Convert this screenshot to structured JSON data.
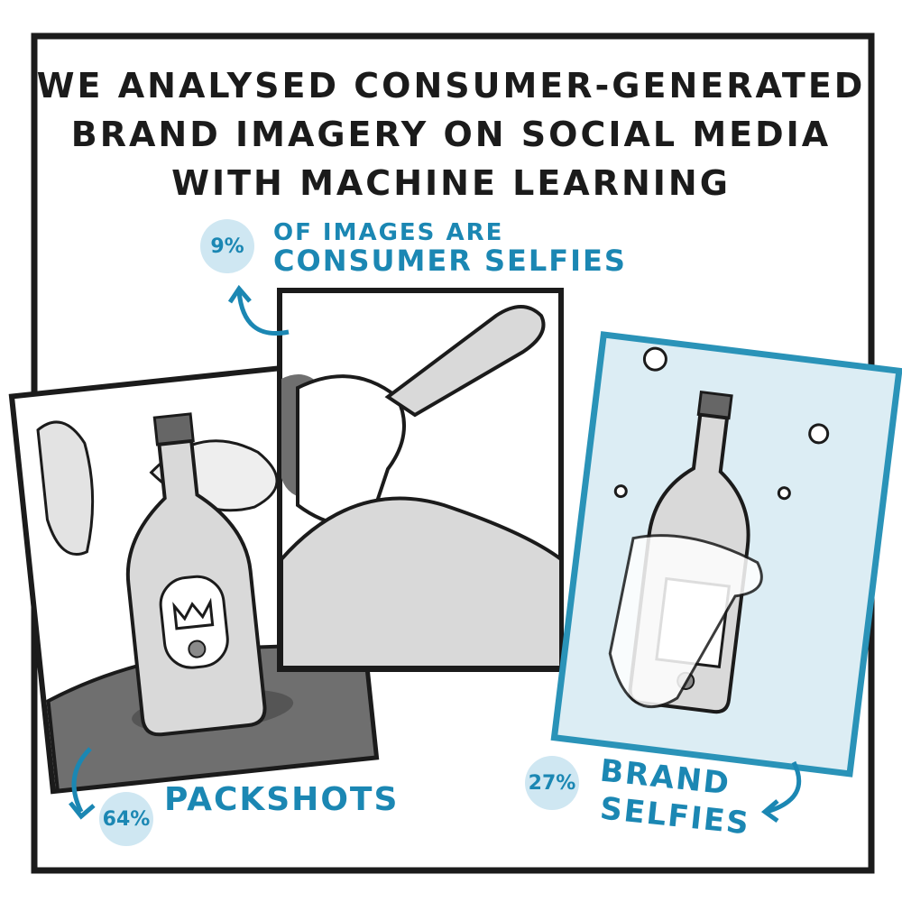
{
  "title": {
    "line1": "WE ANALYSED CONSUMER-GENERATED",
    "line2": "BRAND IMAGERY ON SOCIAL MEDIA",
    "line3": "WITH MACHINE LEARNING"
  },
  "consumer_selfies": {
    "percent": "9%",
    "line1": "OF IMAGES ARE",
    "line2": "CONSUMER SELFIES"
  },
  "packshots": {
    "percent": "64%",
    "label": "PACKSHOTS"
  },
  "brand_selfies": {
    "percent": "27%",
    "line1": "BRAND",
    "line2": "SELFIES"
  },
  "colors": {
    "accent": "#1b87b3",
    "circle": "#cfe7f2",
    "ink": "#1b1b1b",
    "gray": "#8a8a8a",
    "lightgray": "#d9d9d9"
  }
}
